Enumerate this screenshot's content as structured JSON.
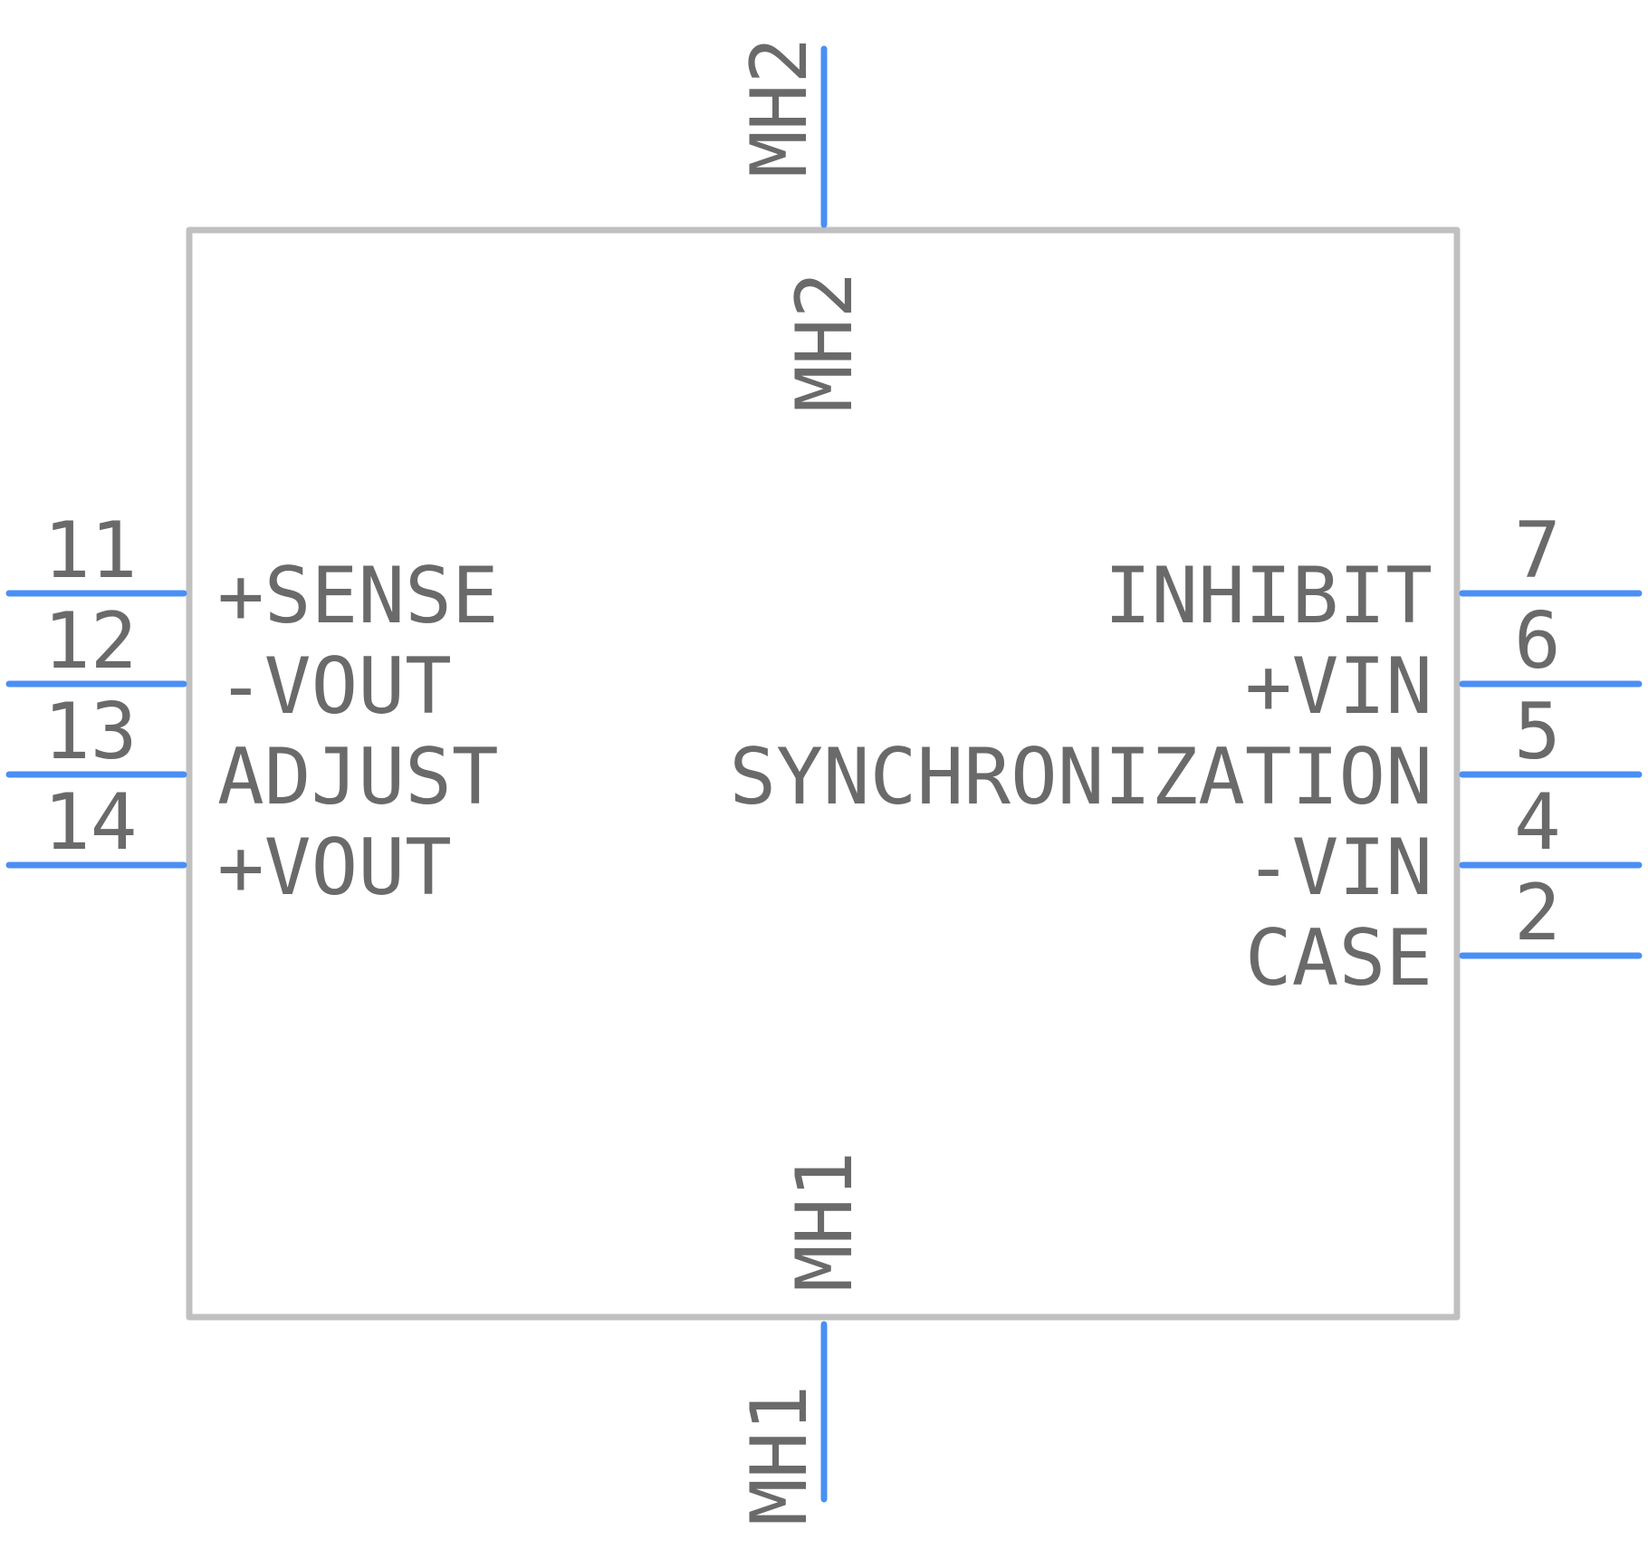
{
  "component": {
    "colors": {
      "body_outline": "#c0c0c0",
      "pin": "#4a8ff5",
      "text": "#6a6a6a",
      "background": "#ffffff"
    },
    "top_pin": {
      "number": "MH2",
      "name": "MH2"
    },
    "bottom_pin": {
      "number": "MH1",
      "name": "MH1"
    },
    "left_pins": [
      {
        "number": "11",
        "name": "+SENSE"
      },
      {
        "number": "12",
        "name": "-VOUT"
      },
      {
        "number": "13",
        "name": "ADJUST"
      },
      {
        "number": "14",
        "name": "+VOUT"
      }
    ],
    "right_pins": [
      {
        "number": "7",
        "name": "INHIBIT"
      },
      {
        "number": "6",
        "name": "+VIN"
      },
      {
        "number": "5",
        "name": "SYNCHRONIZATION"
      },
      {
        "number": "4",
        "name": "-VIN"
      },
      {
        "number": "2",
        "name": "CASE"
      }
    ]
  }
}
